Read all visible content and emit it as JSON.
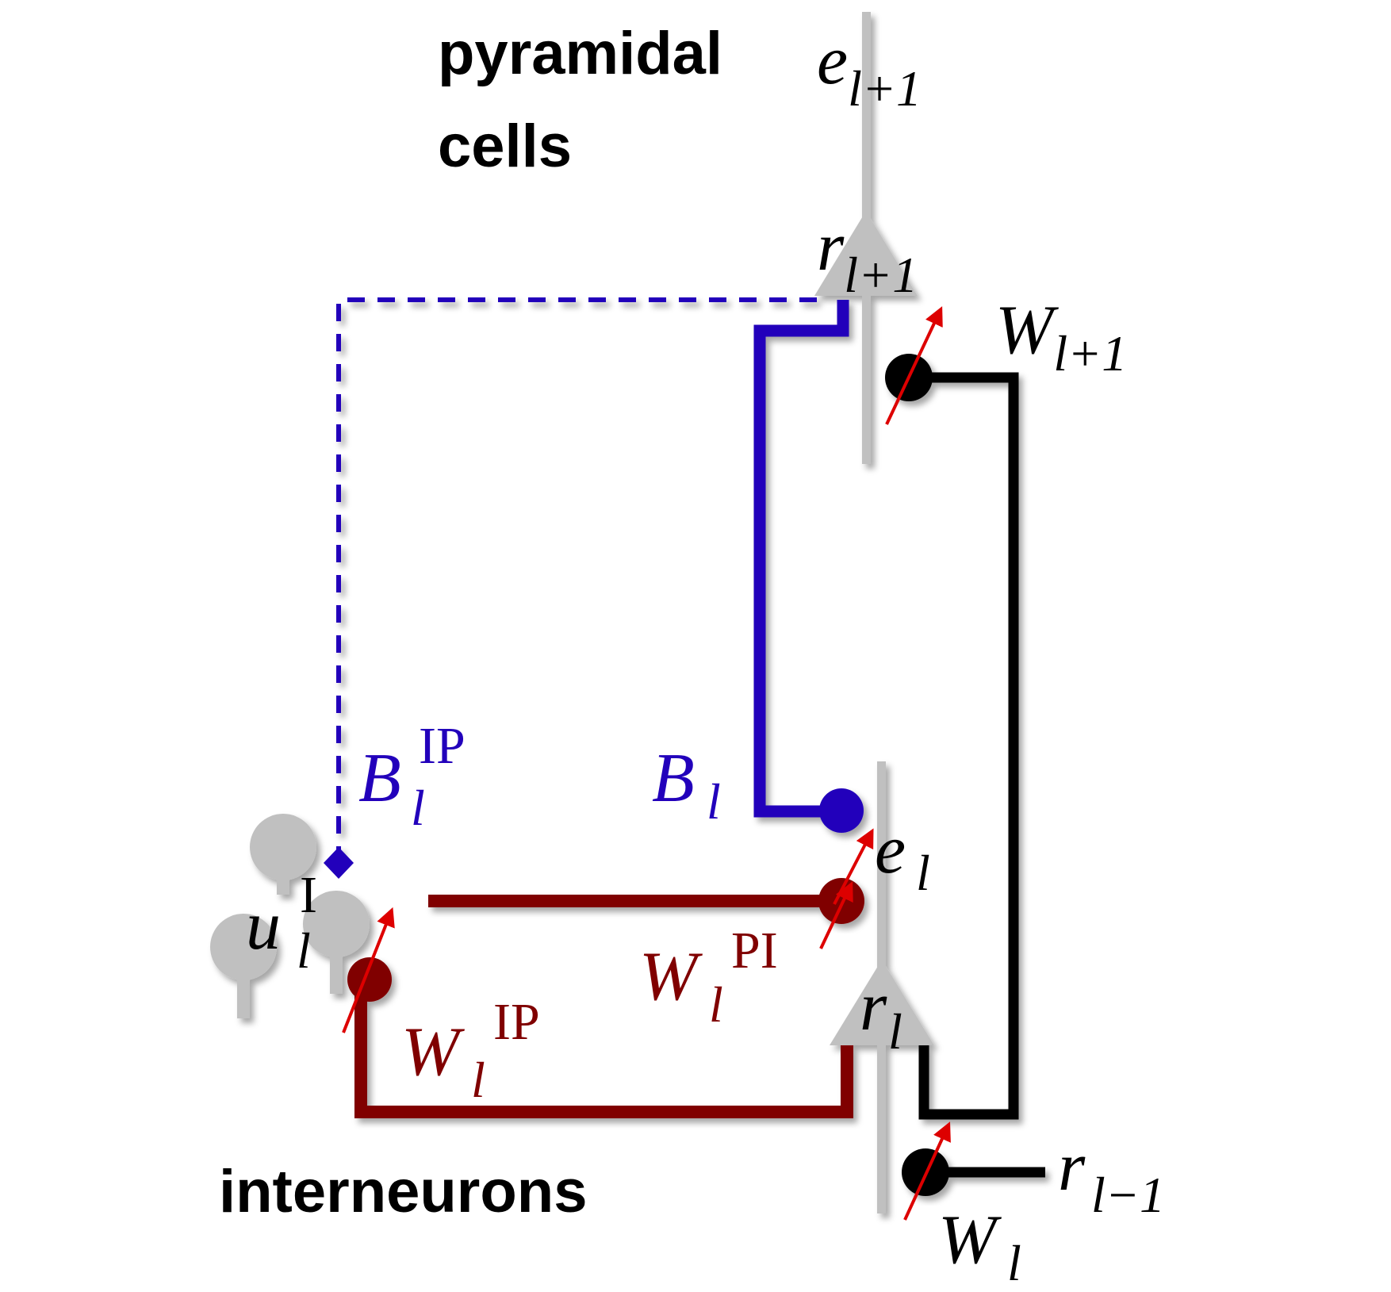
{
  "labels": {
    "pyramidal": "pyramidal",
    "cells": "cells",
    "interneurons": "interneurons"
  },
  "symbols": {
    "e_lp1": {
      "base": "e",
      "sub": "l+1"
    },
    "r_lp1": {
      "base": "r",
      "sub": "l+1"
    },
    "W_lp1": {
      "base": "W",
      "sub": "l+1"
    },
    "B_l_IP": {
      "base": "B",
      "sub": "l",
      "sup": "IP"
    },
    "B_l": {
      "base": "B",
      "sub": "l"
    },
    "e_l": {
      "base": "e",
      "sub": "l"
    },
    "u_l_I": {
      "base": "u",
      "sub": "l",
      "sup": "I"
    },
    "W_l_PI": {
      "base": "W",
      "sub": "l",
      "sup": "PI"
    },
    "W_l_IP": {
      "base": "W",
      "sub": "l",
      "sup": "IP"
    },
    "r_l": {
      "base": "r",
      "sub": "l"
    },
    "r_lm1": {
      "base": "r",
      "sub": "l−1"
    },
    "W_l": {
      "base": "W",
      "sub": "l"
    }
  },
  "colors": {
    "blue": "#2200bb",
    "dark_red": "#800000",
    "black": "#000000",
    "gray": "#c0c0c0",
    "plasticity_arrow": "#dd0000"
  }
}
